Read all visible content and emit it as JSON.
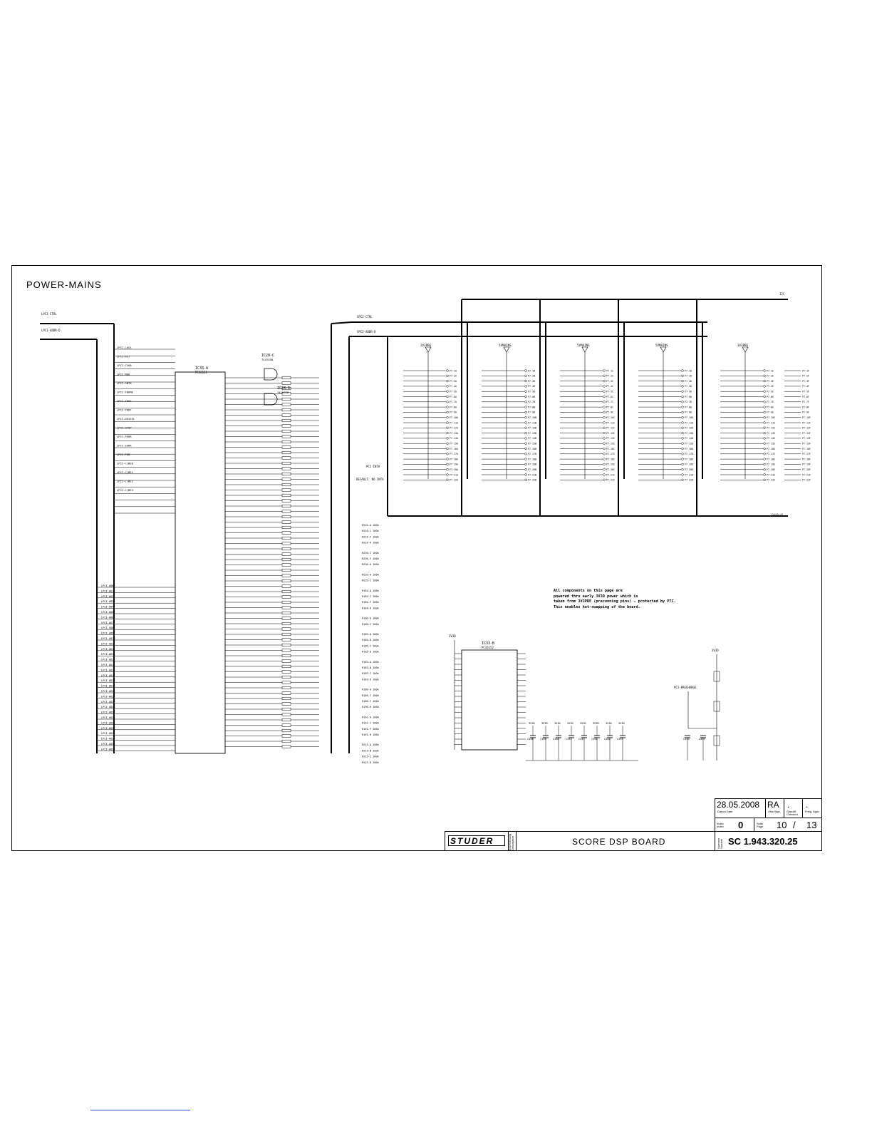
{
  "sheet_title": "POWER-MAINS",
  "note": [
    "All components on this page are",
    "powered thru early 3V3D power which is",
    "taken from 3V3PRE (precunning pins) - protected by PTC.",
    "This enables hot-swapping of the board."
  ],
  "title_block": {
    "date": "28.05.2008",
    "drawn": "RA",
    "checked": ".",
    "approved": ".",
    "label_date": "Datum Date",
    "label_drawn": "Visa Sign.",
    "label_checked": "Geprüft Checked",
    "label_approved": "Freig. Appr.",
    "label_index": "Index Index",
    "index": "0",
    "label_page": "Seite Page",
    "page": "10",
    "page_sep": "/",
    "page_total": "13",
    "brand": "STUDER",
    "label_description": "Bezeichnung Description",
    "description": "SCORE DSP BOARD",
    "label_number": "Nummer Number",
    "number": "SC  1.943.320.25"
  },
  "components": {
    "ic33a": [
      "IC33-A",
      "PCI6152"
    ],
    "ic33b": [
      "IC33-B",
      "PCI6152"
    ],
    "ic28c": [
      "IC28-C",
      "74LVC08"
    ],
    "ic28d": [
      "IC28-D",
      "74LVC08"
    ],
    "rails": [
      "2V3PRE",
      "5VMAINS",
      "5VMAINS",
      "5VMAINS",
      "3V3PRE"
    ],
    "rail_3v3d": "3V3D",
    "caps": [
      "C348",
      "C349",
      "C350",
      "C351",
      "C347",
      "C352",
      "C354",
      "C353"
    ],
    "caps_right": [
      "C343",
      "C355"
    ],
    "bus_labels": [
      "LPCI-CTRL",
      "LPCI-ADDR-D",
      "SPCI-CTRL",
      "SPCI-ADDR-D",
      "I2C",
      "GA[0:4]"
    ],
    "precharge": "PCI-PRECHARGE",
    "pci_inta": "PCI-INTA",
    "default": "DEFAULT: NO INTA"
  },
  "left_signals": [
    "LPCI-LOCK",
    "LPCI-RST",
    "LPCI-CLK0",
    "LPCI-M66",
    "LPCI-GNT0",
    "LPCI-FRAME",
    "LPCI-IRDY",
    "LPCI-TRDY",
    "LPCI-DEVSEL",
    "LPCI-STOP",
    "LPCI-PERR",
    "LPCI-SERR",
    "LPCI-PAR",
    "LPCI-C/BE0",
    "LPCI-C/BE1",
    "LPCI-C/BE2",
    "LPCI-C/BE3"
  ],
  "connector_labels": [
    "P7-1A",
    "P7-2A",
    "P7-3A",
    "P7-4A",
    "P7-5A",
    "P7-6A",
    "P7-7A",
    "P7-8A",
    "P7-9A",
    "P7-10A",
    "P7-11A",
    "P7-12A",
    "P7-13A",
    "P7-14A",
    "P7-15A",
    "P7-16A",
    "P7-17A",
    "P7-18A",
    "P7-19A",
    "P7-20A",
    "P7-21A",
    "P7-22A"
  ],
  "resistor_labels": [
    "R216-A",
    "R216-C",
    "R216-F",
    "R216-H",
    "R236-C",
    "R236-F",
    "R236-H",
    "R235-A",
    "R235-C",
    "R184-A",
    "R184-C",
    "R184-F",
    "R184-H",
    "R160-A",
    "R160-C",
    "R185-A",
    "R185-B",
    "R185-C",
    "R185-D",
    "R183-A",
    "R183-B",
    "R183-C",
    "R183-D",
    "R186-A",
    "R186-C",
    "R186-F",
    "R190-H",
    "R161-A",
    "R161-C",
    "R161-F",
    "R161-H",
    "R215-A",
    "R213-B",
    "R215-C",
    "R215-D"
  ]
}
